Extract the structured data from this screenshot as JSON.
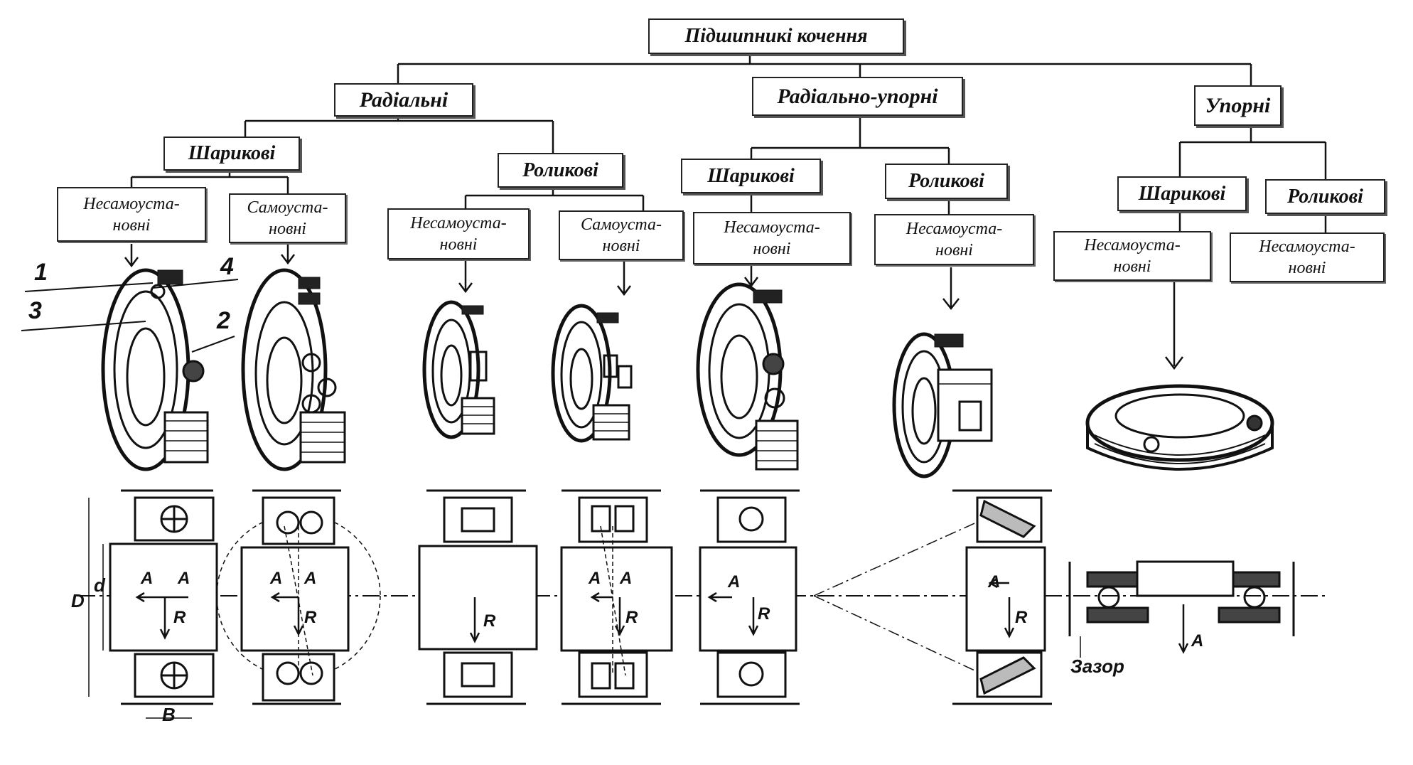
{
  "root": "Підшипникі кочення",
  "groups": {
    "radial": "Радіальні",
    "radial_thrust": "Радіально-упорні",
    "thrust": "Упорні"
  },
  "sub": {
    "radial_ball": "Шарикові",
    "radial_roller": "Роликові",
    "rt_ball": "Шарикові",
    "rt_roller": "Роликові",
    "thrust_ball": "Шарикові",
    "thrust_roller": "Роликові"
  },
  "leaves": {
    "l1": "Несамоуста-\nновні",
    "l2": "Самоуста-\nновні",
    "l3": "Несамоуста-\nновні",
    "l4": "Самоуста-\nновні",
    "l5": "Несамоуста-\nновні",
    "l6": "Несамоуста-\nновні",
    "l7": "Несамоуста-\nновні",
    "l8": "Несамоуста-\nновні"
  },
  "part_numbers": {
    "p1": "1",
    "p2": "2",
    "p3": "3",
    "p4": "4"
  },
  "force_labels": {
    "axial": "A",
    "radial": "R"
  },
  "dims": {
    "outer_d": "D",
    "inner_d": "d",
    "width": "B"
  },
  "gap_label": "Зазор"
}
